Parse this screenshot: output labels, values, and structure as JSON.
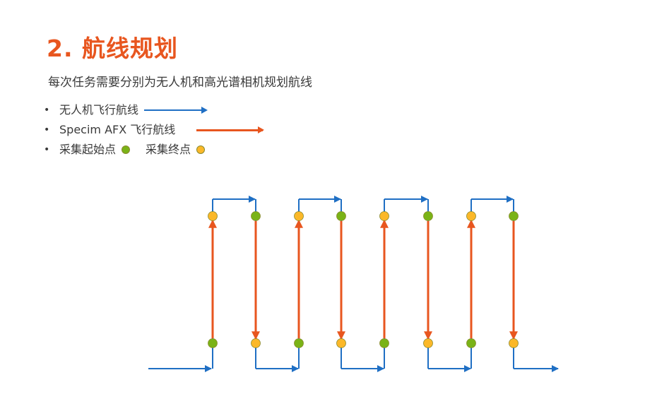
{
  "title": "2. 航线规划",
  "subtitle": "每次任务需要分别为无人机和高光谱相机规划航线",
  "legend": {
    "bullet": "•",
    "drone_route_label": "无人机飞行航线",
    "specim_route_label": "Specim AFX 飞行航线",
    "start_point_label": "采集起始点",
    "end_point_label": "采集终点"
  },
  "colors": {
    "title": "#e8561f",
    "drone_route": "#1f6fc4",
    "specim_route": "#e8561f",
    "start_point": "#7ab317",
    "end_point": "#fbb829"
  },
  "passes": [
    {
      "direction": "up",
      "bottom_point": "start",
      "top_point": "end"
    },
    {
      "direction": "down",
      "bottom_point": "end",
      "top_point": "start"
    },
    {
      "direction": "up",
      "bottom_point": "start",
      "top_point": "end"
    },
    {
      "direction": "down",
      "bottom_point": "end",
      "top_point": "start"
    },
    {
      "direction": "up",
      "bottom_point": "start",
      "top_point": "end"
    },
    {
      "direction": "down",
      "bottom_point": "end",
      "top_point": "start"
    },
    {
      "direction": "up",
      "bottom_point": "start",
      "top_point": "end"
    },
    {
      "direction": "down",
      "bottom_point": "end",
      "top_point": "start"
    }
  ]
}
